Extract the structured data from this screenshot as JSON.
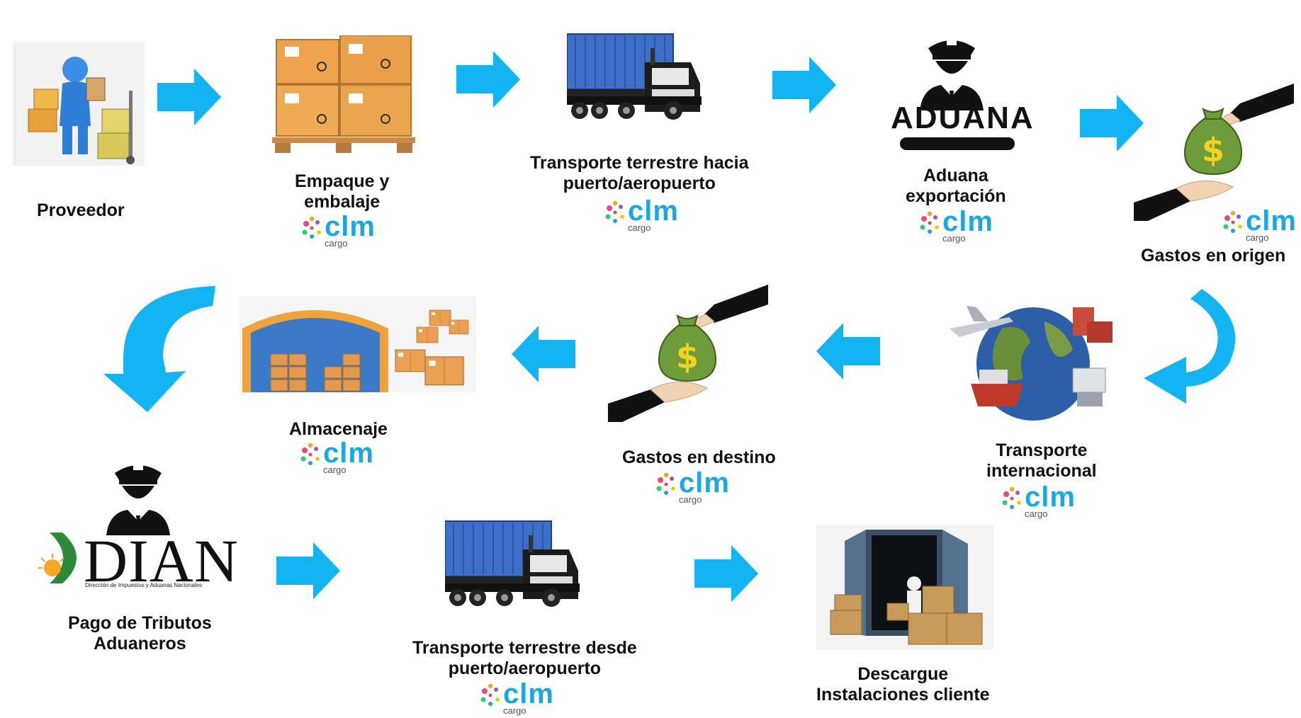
{
  "brand": {
    "name": "clm",
    "sub": "cargo",
    "accent": "#19a8e0",
    "arrow_color": "#12b4f2"
  },
  "steps": {
    "proveedor": {
      "label": "Proveedor",
      "icon": "supplier-worker-icon"
    },
    "empaque": {
      "line1": "Empaque y",
      "line2": "embalaje",
      "icon": "pallet-boxes-icon"
    },
    "transporte_ida": {
      "line1": "Transporte terrestre hacia",
      "line2": "puerto/aeropuerto",
      "icon": "container-truck-icon"
    },
    "aduana_exp": {
      "line1": "Aduana",
      "line2": "exportación",
      "word": "ADUANA",
      "icon": "customs-officer-icon"
    },
    "gastos_origen": {
      "label": "Gastos en origen",
      "icon": "money-bag-handover-icon"
    },
    "transporte_int": {
      "line1": "Transporte",
      "line2": "internacional",
      "icon": "globe-transport-icon"
    },
    "gastos_destino": {
      "label": "Gastos en destino",
      "icon": "money-bag-handover-icon"
    },
    "almacenaje": {
      "label": "Almacenaje",
      "icon": "warehouse-icon"
    },
    "pago_tributos": {
      "line1": "Pago de Tributos",
      "line2": "Aduaneros",
      "dian": "DIAN",
      "dian_sub": "Dirección de Impuestos y Aduanas Nacionales",
      "icon": "dian-officer-icon"
    },
    "transporte_vuelta": {
      "line1": "Transporte terrestre desde",
      "line2": "puerto/aeropuerto",
      "icon": "container-truck-icon"
    },
    "descargue": {
      "line1": "Descargue",
      "line2": "Instalaciones cliente",
      "icon": "container-unloading-icon"
    }
  }
}
